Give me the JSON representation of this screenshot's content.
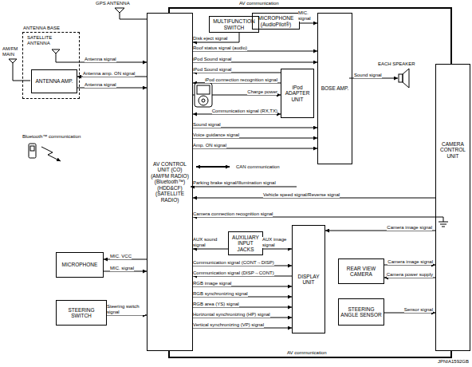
{
  "diagram": {
    "nodes": [
      {
        "text": [
          "ANTENNA BASE"
        ]
      },
      {
        "text": [
          "ANTENNA AMP."
        ],
        "in": 0
      },
      {
        "text": [
          "AV CONTROL UNIT (CO) (AM/FM RADIO) (Bluetooth™) (HDD&CF) (SATELLITE RADIO)"
        ]
      },
      {
        "text": [
          "MULTIFUNCTION SWITCH"
        ]
      },
      {
        "text": [
          "MICROPHONE (AudioPilot®)"
        ]
      },
      {
        "text": [
          "iPod ADAPTER UNIT"
        ]
      },
      {
        "text": [
          "BOSE AMP."
        ]
      },
      {
        "text": [
          "CAMERA CONTROL UNIT"
        ]
      },
      {
        "text": [
          "AUXILIARY INPUT JACKS"
        ]
      },
      {
        "text": [
          "DISPLAY UNIT"
        ]
      },
      {
        "text": [
          "REAR VIEW CAMERA"
        ]
      },
      {
        "text": [
          "STEERING ANGLE SENSOR"
        ]
      },
      {
        "text": [
          "MICROPHONE"
        ]
      },
      {
        "text": [
          "STEERING SWITCH"
        ]
      }
    ],
    "edges": [
      {
        "from": 2,
        "to": 7,
        "arrow": "none",
        "label": "AV communication"
      },
      {
        "from": 2,
        "to": 7,
        "arrow": "none",
        "label": "AV communication"
      },
      {
        "from": 0,
        "to": 2,
        "arrow": "to",
        "label": "Antenna signal"
      },
      {
        "from": 2,
        "to": 1,
        "arrow": "to",
        "label": "Antenna amp. ON signal"
      },
      {
        "from": 1,
        "to": 2,
        "arrow": "to",
        "label": "Antenna signal"
      },
      {
        "from": 3,
        "to": 2,
        "arrow": "to",
        "label": "Disk eject signal"
      },
      {
        "from": 4,
        "to": 6,
        "arrow": "to",
        "label": "MIC. signal"
      },
      {
        "from": 2,
        "to": 6,
        "arrow": "to",
        "label": "Roof status signal (audio)"
      },
      {
        "from": 2,
        "to": 6,
        "arrow": "to",
        "label": "iPod Sound signal"
      },
      {
        "from": 5,
        "to": 2,
        "arrow": "to",
        "label": "iPod Sound signal"
      },
      {
        "from": 5,
        "to": 2,
        "arrow": "to",
        "label": "iPod connection recognition signal"
      },
      {
        "from": 2,
        "to": 5,
        "arrow": "to",
        "label": "Charge power"
      },
      {
        "from": 2,
        "to": 5,
        "arrow": "both",
        "label": "Communication signal (RX,TX)"
      },
      {
        "from": 2,
        "to": 6,
        "arrow": "to",
        "label": "Sound signal"
      },
      {
        "from": 2,
        "to": 6,
        "arrow": "to",
        "label": "Voice guidance signal"
      },
      {
        "from": 2,
        "to": 6,
        "arrow": "to",
        "label": "Amp. ON signal"
      },
      {
        "from": 7,
        "to": 2,
        "arrow": "to",
        "label": "Vehicle speed signal/Reverse signal"
      },
      {
        "from": 7,
        "to": 2,
        "arrow": "to",
        "label": "Camera connection recognition signal"
      },
      {
        "from": 7,
        "to": 9,
        "arrow": "to",
        "label": "Camera image signal"
      },
      {
        "from": 8,
        "to": 2,
        "arrow": "to",
        "label": "AUX sound signal"
      },
      {
        "from": 8,
        "to": 9,
        "arrow": "to",
        "label": "AUX image signal"
      },
      {
        "from": 2,
        "to": 9,
        "arrow": "to",
        "label": "Communication signal (CONT→DISP)"
      },
      {
        "from": 9,
        "to": 2,
        "arrow": "to",
        "label": "Communication signal (DISP→CONT)"
      },
      {
        "from": 2,
        "to": 9,
        "arrow": "to",
        "label": "RGB image signal"
      },
      {
        "from": 2,
        "to": 9,
        "arrow": "to",
        "label": "RGB synchronizing signal"
      },
      {
        "from": 2,
        "to": 9,
        "arrow": "to",
        "label": "RGB area (YS) signal"
      },
      {
        "from": 2,
        "to": 9,
        "arrow": "to",
        "label": "Horizontal synchronizing (HP) signal"
      },
      {
        "from": 2,
        "to": 9,
        "arrow": "to",
        "label": "Vertical synchronizing (VP) signal"
      },
      {
        "from": 10,
        "to": 7,
        "arrow": "to",
        "label": "Camera image signal"
      },
      {
        "from": 7,
        "to": 10,
        "arrow": "to",
        "label": "Camera power supply"
      },
      {
        "from": 11,
        "to": 7,
        "arrow": "to",
        "label": "Sensor signal"
      },
      {
        "from": 2,
        "to": 12,
        "arrow": "to",
        "label": "MIC. VCC"
      },
      {
        "from": 12,
        "to": 2,
        "arrow": "to",
        "label": "MIC. signal"
      },
      {
        "from": 13,
        "to": 2,
        "arrow": "to",
        "label": "Steering switch signal"
      }
    ],
    "labels": [
      "GPS ANTENNA",
      "SATELLITE ANTENNA",
      "AM/FM MAIN",
      "EACH SPEAKER",
      "Sound signal",
      "Bluetooth™ communication",
      "Parking brake signal/Illumination signal",
      "JPNIA1592GB"
    ],
    "legend": [
      {
        "text": "CAN communication"
      }
    ]
  }
}
